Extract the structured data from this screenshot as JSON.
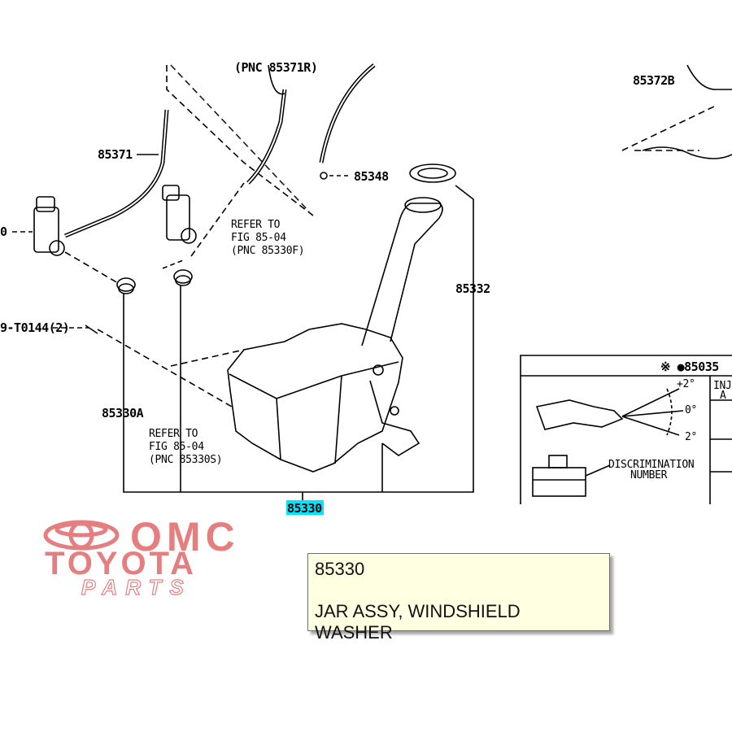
{
  "diagram": {
    "callouts": {
      "pnc_85371r": "(PNC 85371R)",
      "n85372b": "85372B",
      "n85371": "85371",
      "n85348": "85348",
      "n85332": "85332",
      "n85330a": "85330A",
      "n85330": "85330",
      "left_0": "0",
      "left_t0144": "9-T0144(2)"
    },
    "refer_1": {
      "l1": "REFER TO",
      "l2": "FIG 85-04",
      "l3": "(PNC 85330F)"
    },
    "refer_2": {
      "l1": "REFER TO",
      "l2": "FIG 85-04",
      "l3": "(PNC 85330S)"
    },
    "inset": {
      "header": "※ ●85035",
      "col_header": "INJ",
      "col_header2": "A",
      "angle_plus": "+2°",
      "angle_zero": "0°",
      "angle_minus": "2°",
      "disc_l1": "DISCRIMINATION",
      "disc_l2": "NUMBER"
    },
    "highlight_color": "#00e5ff"
  },
  "logo": {
    "line1": "OMC",
    "line2": "TOYOTA",
    "line3": "PARTS",
    "color": "#e57f7f"
  },
  "tooltip": {
    "code": "85330",
    "description": "JAR ASSY, WINDSHIELD WASHER"
  }
}
